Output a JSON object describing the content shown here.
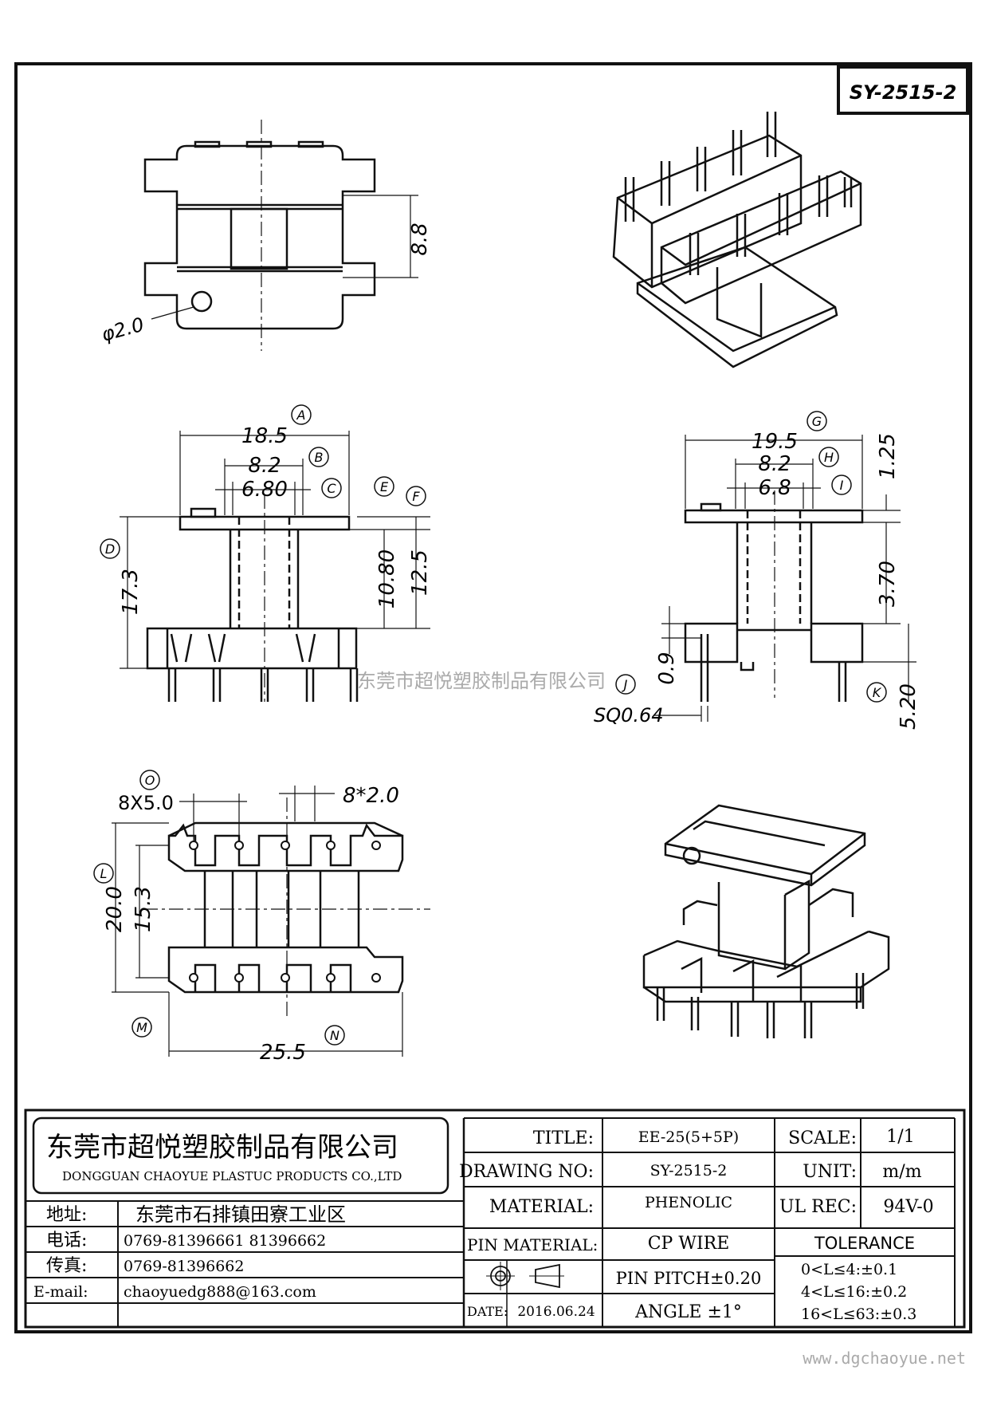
{
  "drawing": {
    "code_box": "SY-2515-2",
    "watermark": "东莞市超悦塑胶制品有限公司",
    "website": "www.dgchaoyue.net"
  },
  "dimensions": {
    "top_view": {
      "d1": "8.8",
      "d2": "φ2.0"
    },
    "front_view": {
      "A": "18.5",
      "B": "8.2",
      "C": "6.80",
      "D": "17.3",
      "E_F_1": "10.80",
      "E_F_2": "12.5",
      "labels": [
        "A",
        "B",
        "C",
        "D",
        "E",
        "F"
      ]
    },
    "side_view": {
      "G": "19.5",
      "H": "8.2",
      "I": "6.8",
      "d1": "1.25",
      "d2": "3.70",
      "J": "0.9",
      "K": "5.20",
      "sq": "SQ0.64",
      "labels": [
        "G",
        "H",
        "I",
        "J",
        "K"
      ]
    },
    "bottom_view": {
      "O": "8X5.0",
      "pin": "8*2.0",
      "L": "20.0",
      "d2": "15.3",
      "N": "25.5",
      "labels": [
        "O",
        "L",
        "M",
        "N"
      ]
    }
  },
  "title_block": {
    "company_cn": "东莞市超悦塑胶制品有限公司",
    "company_en": "DONGGUAN CHAOYUE PLASTUC PRODUCTS CO.,LTD",
    "address_label": "地址:",
    "address": "东莞市石排镇田寮工业区",
    "phone_label": "电话:",
    "phone": "0769-81396661   81396662",
    "fax_label": "传真:",
    "fax": "0769-81396662",
    "email_label": "E-mail:",
    "email": "chaoyuedg888@163.com",
    "title_label": "TITLE:",
    "title": "EE-25(5+5P)",
    "drawing_no_label": "DRAWING NO:",
    "drawing_no": "SY-2515-2",
    "material_label": "MATERIAL:",
    "material": "PHENOLIC",
    "pin_material_label": "PIN MATERIAL:",
    "pin_material": "CP WIRE",
    "date_label": "DATE:",
    "date": "2016.06.24",
    "pin_pitch": "PIN PITCH±0.20",
    "angle": "ANGLE  ±1°",
    "scale_label": "SCALE:",
    "scale": "1/1",
    "unit_label": "UNIT:",
    "unit": "m/m",
    "ul_label": "UL REC:",
    "ul": "94V-0",
    "tolerance_label": "TOLERANCE",
    "tolerances": [
      "0<L≤4:±0.1",
      "4<L≤16:±0.2",
      "16<L≤63:±0.3"
    ]
  }
}
